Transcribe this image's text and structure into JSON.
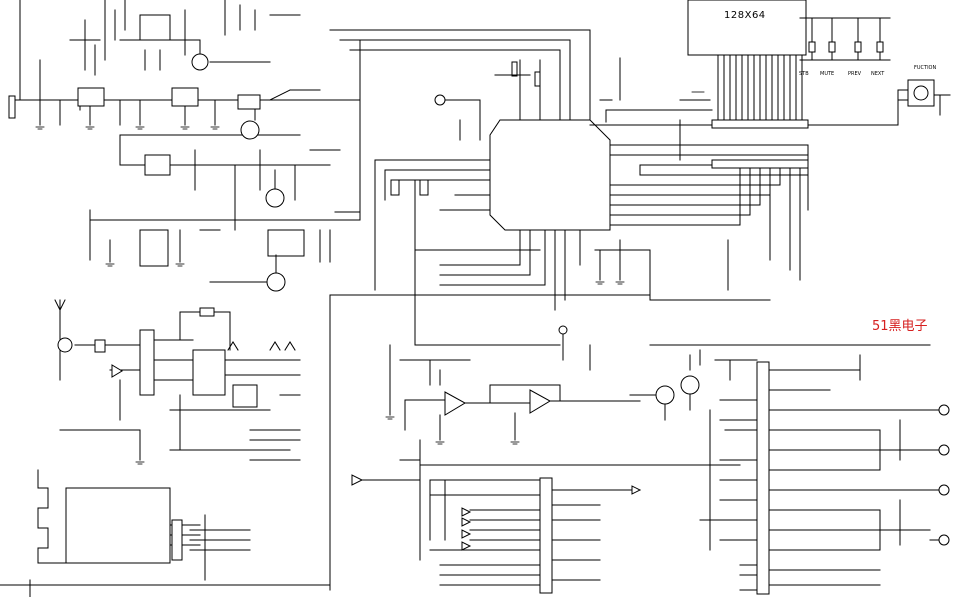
{
  "lcd": {
    "label": "128X64"
  },
  "buttons": [
    {
      "label": "STB"
    },
    {
      "label": "MUTE"
    },
    {
      "label": "PREV"
    },
    {
      "label": "NEXT"
    }
  ],
  "function_switch": {
    "label": "FUCTION"
  },
  "watermark": {
    "text": "51黑电子"
  },
  "colors": {
    "line": "#000000",
    "watermark": "#d62020"
  }
}
